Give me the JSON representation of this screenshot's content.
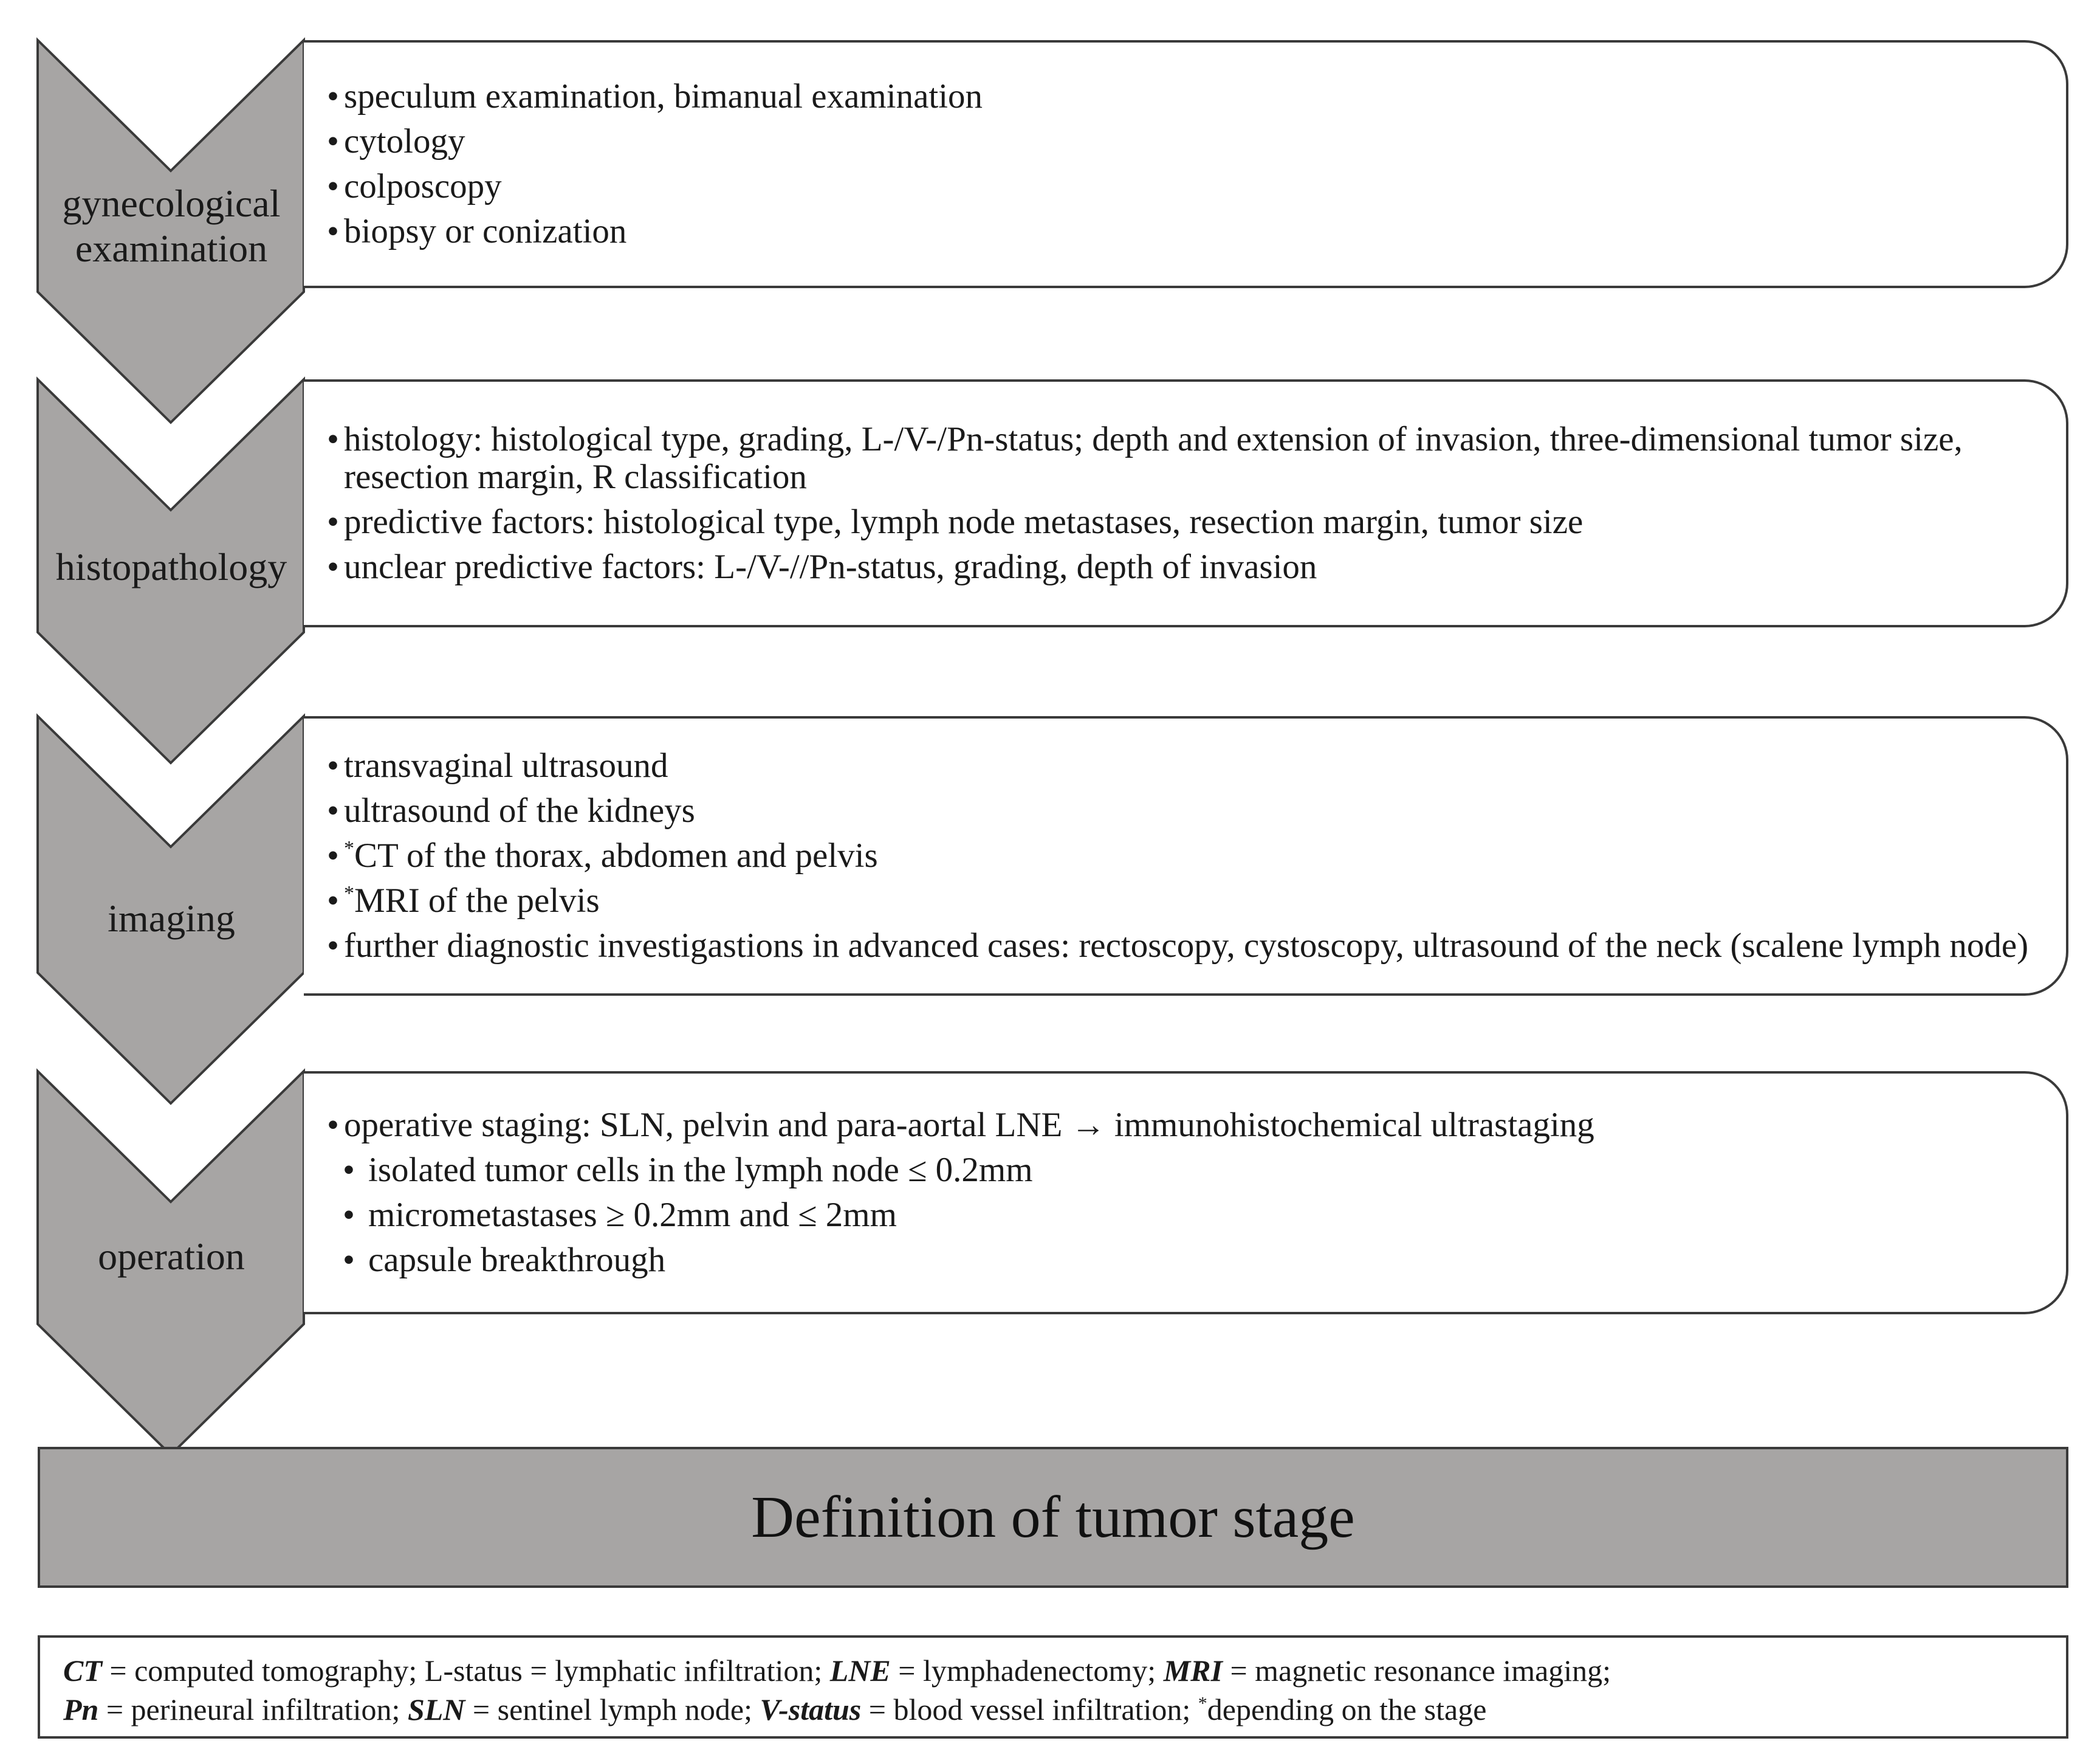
{
  "flow": {
    "stages": [
      {
        "label": "gynecological\nexamination",
        "items": [
          {
            "bullet": "•",
            "text": "speculum examination, bimanual examination"
          },
          {
            "bullet": "•",
            "text": "cytology"
          },
          {
            "bullet": "•",
            "text": "colposcopy"
          },
          {
            "bullet": "•",
            "text": "biopsy or conization"
          }
        ]
      },
      {
        "label": "histopathology",
        "items": [
          {
            "bullet": "•",
            "text": "histology: histological type, grading, L-/V-/Pn-status; depth and extension of invasion, three-dimensional tumor size, resection margin, R classification"
          },
          {
            "bullet": "•",
            "text": "predictive factors: histological type, lymph node metastases, resection margin, tumor size"
          },
          {
            "bullet": "•",
            "text": "unclear predictive factors: L-/V-//Pn-status, grading, depth of invasion"
          }
        ]
      },
      {
        "label": "imaging",
        "items": [
          {
            "bullet": "•",
            "text": "transvaginal ultrasound"
          },
          {
            "bullet": "•",
            "text": "ultrasound of the kidneys"
          },
          {
            "bullet": "•",
            "note": "*",
            "text": "CT of the thorax, abdomen and pelvis"
          },
          {
            "bullet": "•",
            "note": "*",
            "text": "MRI of the pelvis"
          },
          {
            "bullet": "•",
            "text": " further diagnostic investigastions in advanced cases: rectoscopy, cystoscopy, ultrasound of the neck (scalene lymph node)"
          }
        ]
      },
      {
        "label": "operation",
        "items": [
          {
            "bullet": "•",
            "text": "operative staging: SLN, pelvin and para-aortal LNE → immunohistochemical ultrastaging"
          },
          {
            "bullet": "•",
            "sub": true,
            "text": "isolated tumor cells in the lymph node ≤  0.2mm"
          },
          {
            "bullet": "•",
            "sub": true,
            "text": "micrometastases ≥ 0.2mm and  ≤ 2mm"
          },
          {
            "bullet": "•",
            "sub": true,
            "text": "capsule breakthrough"
          }
        ]
      }
    ],
    "final_box": "Definition of tumor stage"
  },
  "legend": {
    "line1": [
      {
        "term": "CT",
        "definition": " = computed tomography; "
      },
      {
        "term": "",
        "definition": "L-status = lymphatic infiltration; "
      },
      {
        "term": "LNE",
        "definition": " = lymphadenectomy; "
      },
      {
        "term": "MRI",
        "definition": " = magnetic resonance imaging;"
      }
    ],
    "line2": [
      {
        "term": "Pn",
        "definition": " = perineural infiltration; "
      },
      {
        "term": "SLN",
        "definition": " = sentinel lymph node; "
      },
      {
        "term": "V-status",
        "definition": " = blood vessel infiltration; "
      },
      {
        "note": "*",
        "definition": "depending on the stage"
      }
    ]
  },
  "colors": {
    "chevron_fill": "#a7a5a4",
    "outline": "#3a3a3a",
    "final_box_fill": "#a7a5a4"
  }
}
